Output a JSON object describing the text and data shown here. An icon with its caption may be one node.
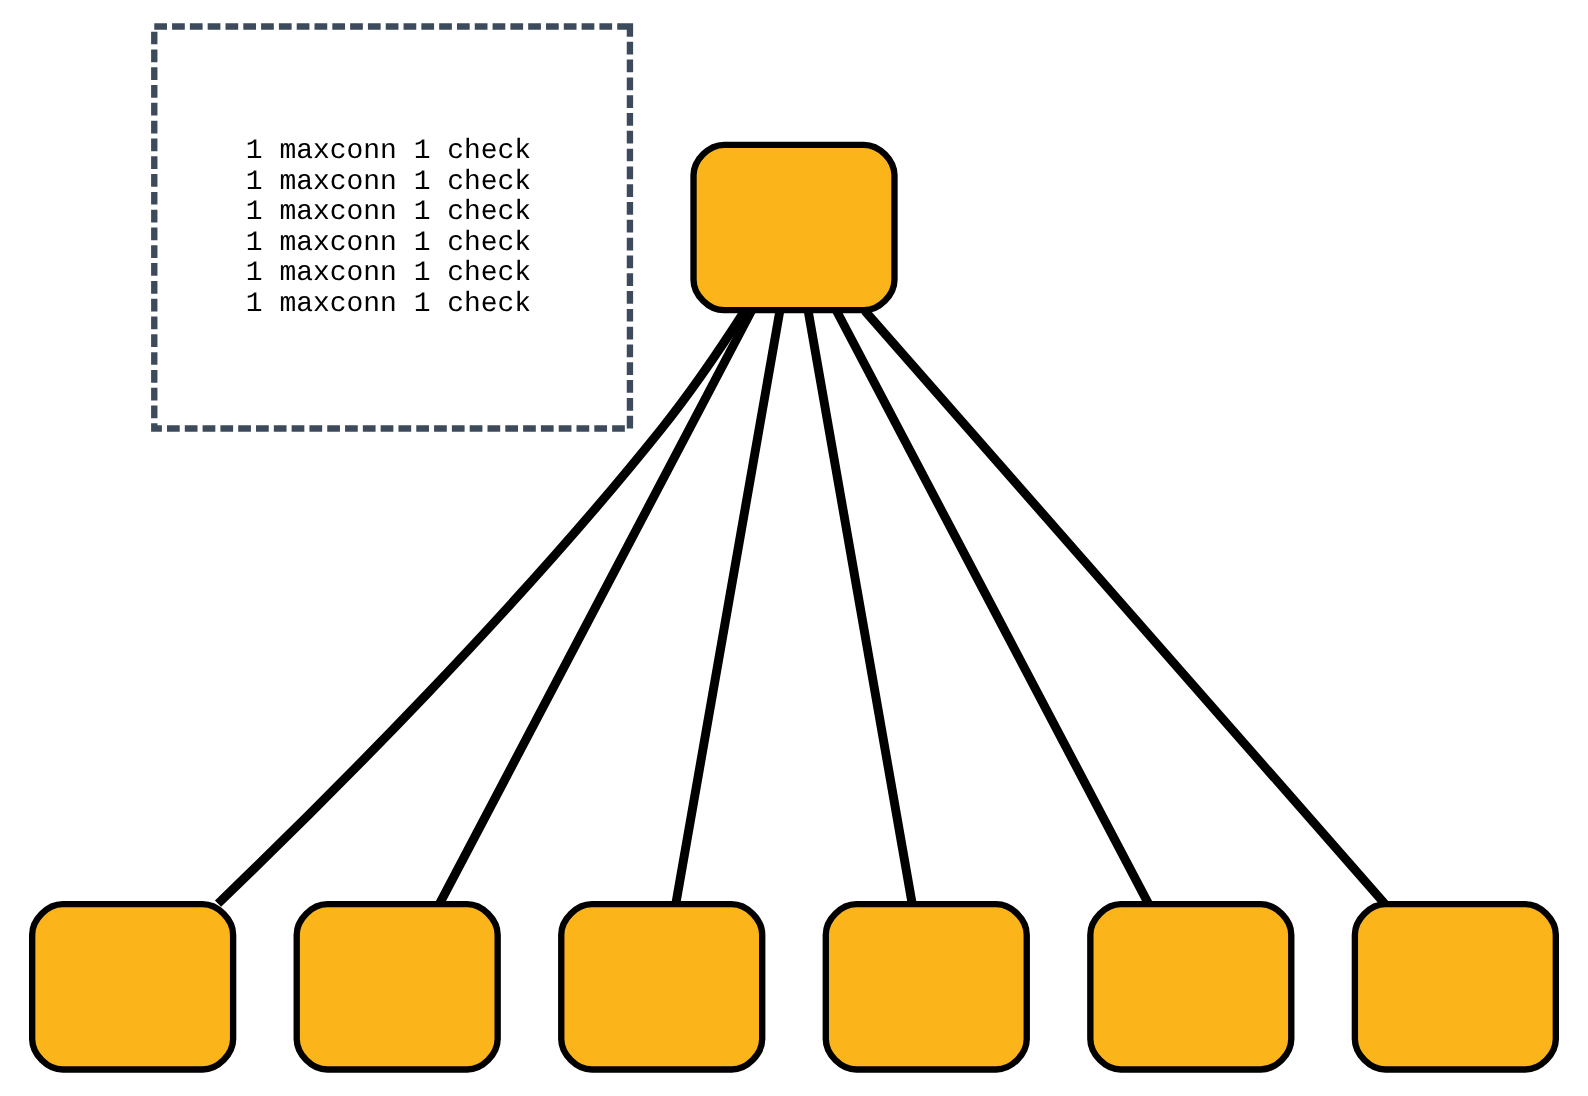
{
  "diagram": {
    "nodes": [
      {
        "text": [
          "1 maxconn 1 check",
          "1 maxconn 1 check",
          "1 maxconn 1 check",
          "1 maxconn 1 check",
          "1 maxconn 1 check",
          "1 maxconn 1 check"
        ]
      },
      {
        "text": [],
        "shape": "box"
      },
      {
        "text": [],
        "shape": "box"
      },
      {
        "text": [],
        "shape": "box"
      },
      {
        "text": [],
        "shape": "box"
      },
      {
        "text": [],
        "shape": "box"
      },
      {
        "text": [],
        "shape": "box"
      },
      {
        "text": [],
        "shape": "box"
      }
    ],
    "edges": [
      {
        "from": 1,
        "to": 2,
        "arrow": "none"
      },
      {
        "from": 1,
        "to": 3,
        "arrow": "none"
      },
      {
        "from": 1,
        "to": 4,
        "arrow": "none"
      },
      {
        "from": 1,
        "to": 5,
        "arrow": "none"
      },
      {
        "from": 1,
        "to": 6,
        "arrow": "none"
      },
      {
        "from": 1,
        "to": 7,
        "arrow": "none"
      }
    ]
  }
}
